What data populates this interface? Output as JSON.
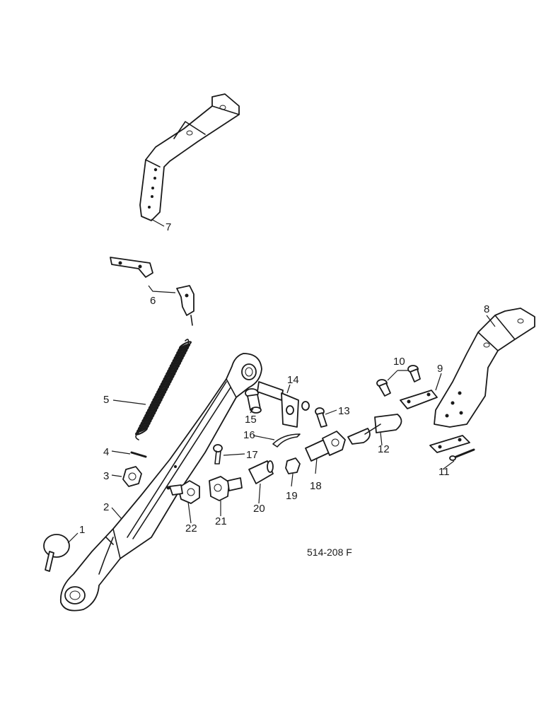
{
  "labels": {
    "p1": "1",
    "p2": "2",
    "p3": "3",
    "p4": "4",
    "p5": "5",
    "p6": "6",
    "p7": "7",
    "p8": "8",
    "p9": "9",
    "p10": "10",
    "p11": "11",
    "p12": "12",
    "p13": "13",
    "p14": "14",
    "p15": "15",
    "p16": "16",
    "p17": "17",
    "p18": "18",
    "p19": "19",
    "p20": "20",
    "p21": "21",
    "p22": "22"
  },
  "figure_code": "514-208 F"
}
